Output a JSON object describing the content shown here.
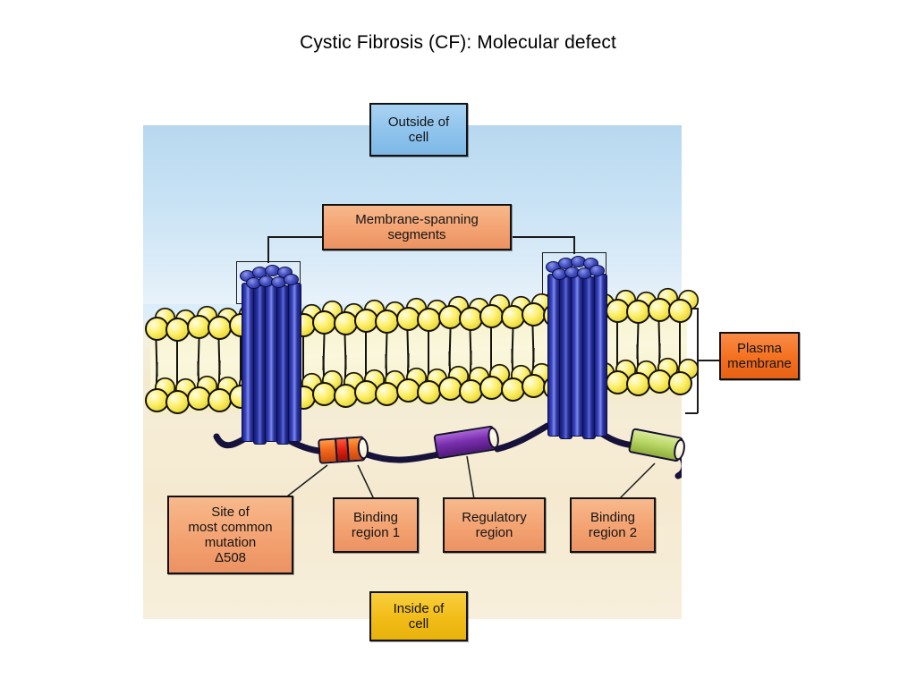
{
  "slide": {
    "title": "Cystic Fibrosis (CF): Molecular defect"
  },
  "figure": {
    "regions": {
      "extracellular_label": "Outside of\ncell",
      "intracellular_label": "Inside of\ncell"
    },
    "labels": {
      "outside_of_cell": {
        "line1": "Outside of",
        "line2": "cell"
      },
      "membrane_spanning_segments": {
        "line1": "Membrane-spanning",
        "line2": "segments"
      },
      "plasma_membrane": {
        "line1": "Plasma",
        "line2": "membrane"
      },
      "site_of_mutation": {
        "line1": "Site of",
        "line2": "most common",
        "line3": "mutation",
        "line4": "Δ508"
      },
      "binding_region_1": {
        "line1": "Binding",
        "line2": "region 1"
      },
      "regulatory_region": {
        "line1": "Regulatory",
        "line2": "region"
      },
      "binding_region_2": {
        "line1": "Binding",
        "line2": "region 2"
      },
      "inside_of_cell": {
        "line1": "Inside of",
        "line2": "cell"
      }
    },
    "colors": {
      "extracellular_fluid": "#c4e0f4",
      "cytoplasm": "#f5ecd4",
      "lipid_head": "#f6e45a",
      "lipid_tail": "#15120b",
      "membrane_protein": "#2b35a5",
      "binding_region_1_cylinder": "#f2691d",
      "mutation_band": "#e01f10",
      "regulatory_region_cylinder": "#7a2fae",
      "binding_region_2_cylinder": "#b9d766",
      "box_outside_of_cell": "#8cc2ec",
      "box_membrane_spanning": "#f4a271",
      "box_plasma_membrane": "#f4701f",
      "box_inside_of_cell": "#f2bc17",
      "box_bottom_regions": "#f4a271"
    },
    "structures": {
      "membrane_spanning_bundle_count": 2,
      "helices_per_bundle": 6,
      "cytoplasmic_domains": [
        "Binding region 1",
        "Regulatory region",
        "Binding region 2"
      ]
    }
  }
}
